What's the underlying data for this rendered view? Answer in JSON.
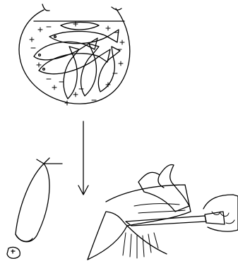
{
  "diagram": {
    "panels": [
      {
        "id": "fish-in-brine-bowl",
        "content": "fish-group"
      },
      {
        "id": "fish-processing",
        "content": "fish-and-knife"
      }
    ],
    "connector": {
      "from": "fish-in-brine-bowl",
      "to": "fish-processing",
      "style": "arrow-down"
    },
    "brine_symbols": {
      "plus": "+",
      "minus": "−"
    },
    "stroke_color": "#000000",
    "background_color": "#ffffff"
  }
}
